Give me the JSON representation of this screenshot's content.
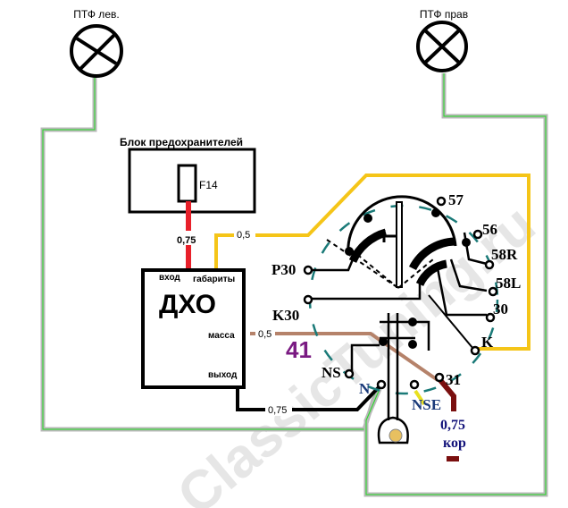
{
  "lamps": {
    "left_label": "ПТФ лев.",
    "right_label": "ПТФ прав"
  },
  "fuse_block": {
    "title": "Блок предохранителей",
    "fuse_label": "F14"
  },
  "dho": {
    "title": "ДХО",
    "pin_input": "вход",
    "pin_parking": "габариты",
    "pin_ground": "масса",
    "pin_output": "выход"
  },
  "wires": {
    "red_gauge": "0,75",
    "yellow_gauge": "0,5",
    "brown_gauge": "0,5",
    "black_gauge": "0,75",
    "ground_gauge": "0,75",
    "ground_label": "кор"
  },
  "switch": {
    "number": "41",
    "terminals": [
      "57",
      "56",
      "58R",
      "58L",
      "30",
      "K",
      "31",
      "NSE",
      "N",
      "NS",
      "K30",
      "P30"
    ]
  },
  "watermark": "ClassicTuning.ru",
  "colors": {
    "red_wire": "#e8202a",
    "yellow_wire": "#f5c518",
    "brown_wire": "#b5826a",
    "gray_wire": "#b8b8b8",
    "green_tracer": "#22dd22",
    "teal_dash": "#1a7a78",
    "dark_red": "#7a0f0f",
    "purple": "#7a1a82",
    "navy": "#13137a"
  }
}
